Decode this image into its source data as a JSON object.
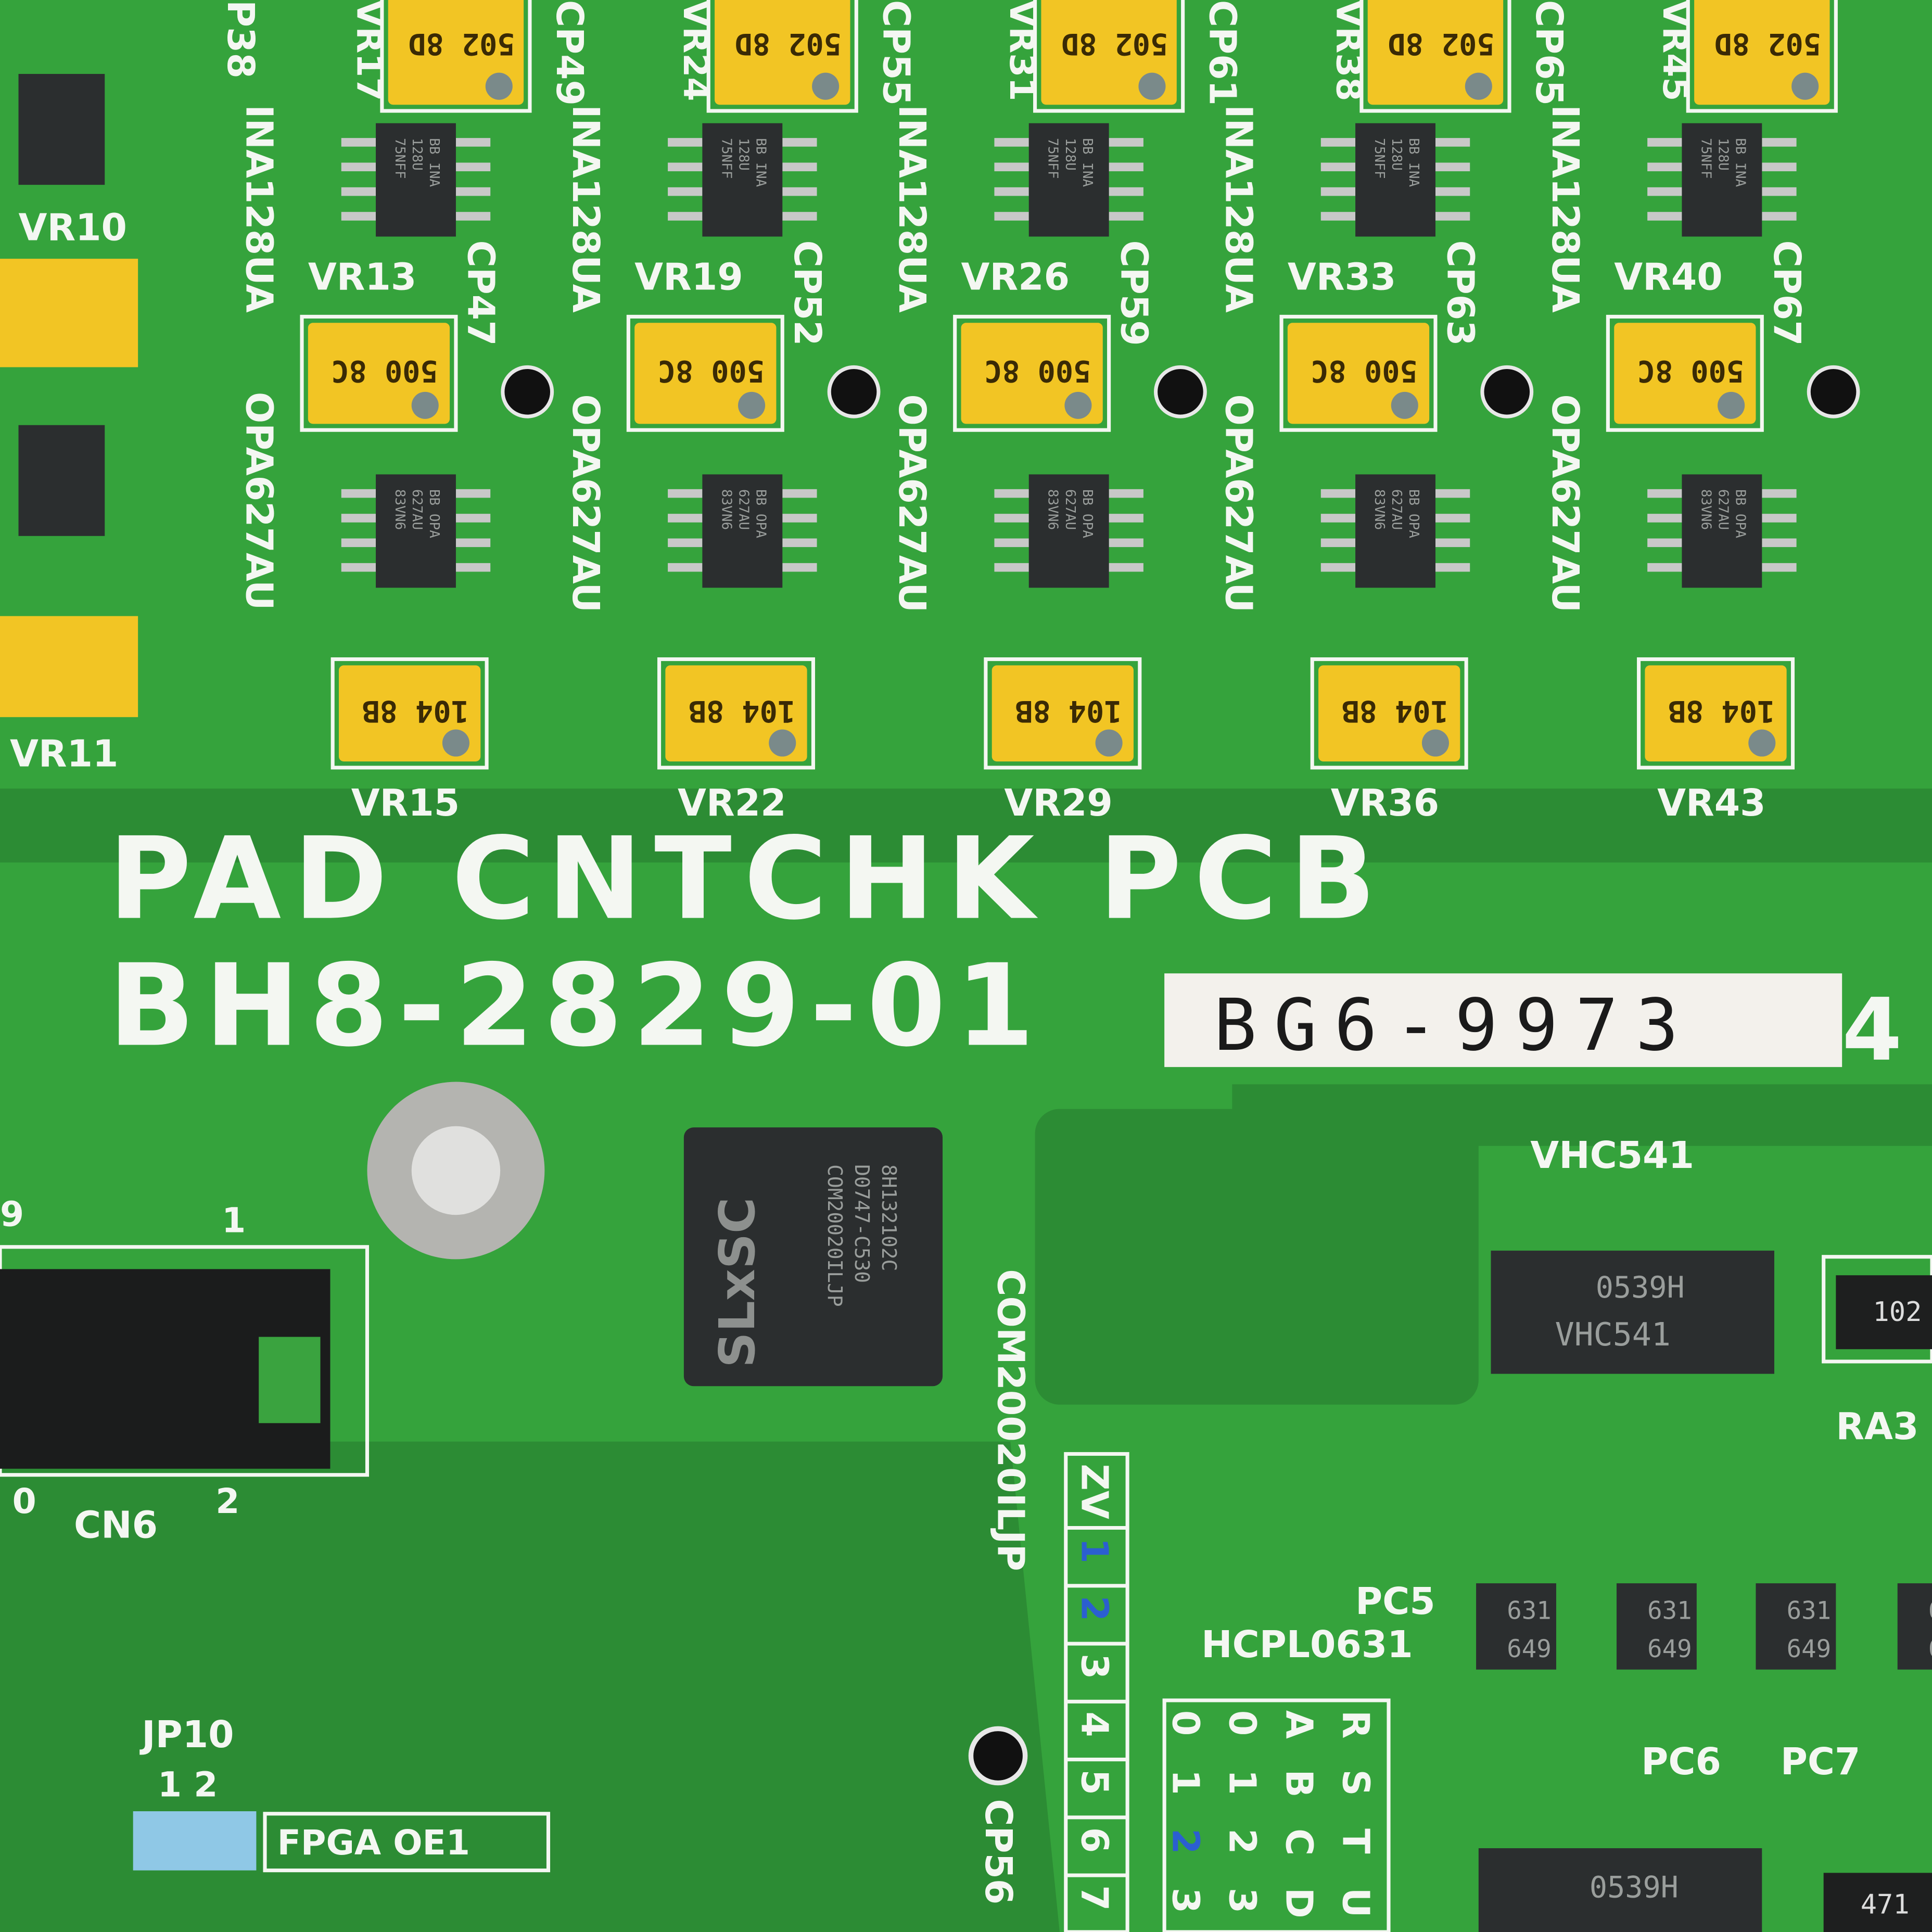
{
  "board": {
    "title": "PAD CNTCHK PCB",
    "part_number": "BH8-2829-01",
    "sticker": "BG6-9973",
    "sticker_suffix": "4",
    "colors": {
      "board": "#35a33c",
      "board_dark": "#2a8a33",
      "pot": "#f2c524",
      "chip": "#2b2e2f",
      "silk": "#f4f7f2"
    }
  },
  "left_partial_column": {
    "vr_mid": "VR10",
    "vr_bottom": "VR11",
    "vertical_cp": "P38",
    "vertical_ina": "INA128UA",
    "vertical_opa": "OPA627AU"
  },
  "channels": [
    {
      "vr_top": "VR17",
      "vr_mid": "VR13",
      "cp": "CP47",
      "vr_bottom": "VR15",
      "vertical_cp": "CP49"
    },
    {
      "vr_top": "VR24",
      "vr_mid": "VR19",
      "cp": "CP52",
      "vr_bottom": "VR22",
      "vertical_cp": "CP55"
    },
    {
      "vr_top": "VR31",
      "vr_mid": "VR26",
      "cp": "CP59",
      "vr_bottom": "VR29",
      "vertical_cp": "CP61"
    },
    {
      "vr_top": "VR38",
      "vr_mid": "VR33",
      "cp": "CP63",
      "vr_bottom": "VR36",
      "vertical_cp": "CP65"
    },
    {
      "vr_top": "VR45",
      "vr_mid": "VR40",
      "cp": "CP67",
      "vr_bottom": "VR43",
      "vertical_cp": ""
    }
  ],
  "channel_common": {
    "vertical_ina": "INA128UA",
    "vertical_opa": "OPA627AU",
    "pot_top_marking": "502 8D",
    "pot_mid_marking": "500 8C",
    "pot_bottom_marking": "104 8B",
    "ina_chip_marking": [
      "BB INA",
      "128U",
      "75NFF"
    ],
    "opa_chip_marking": [
      "BB OPA",
      "627AU",
      "83VN6"
    ]
  },
  "connector": {
    "label": "CN6",
    "pin_1": "1",
    "pin_2": "2",
    "pin_0": "0",
    "pin_9": "9"
  },
  "controller": {
    "silk_label": "COM20020ILJP",
    "logo": "SLxSC",
    "marking": [
      "COM20020ILJP",
      "D0747-C530",
      "8H132102C"
    ]
  },
  "cp56": "CP56",
  "jumper": {
    "label": "JP10",
    "pins": "1   2",
    "function": "FPGA  OE1"
  },
  "buffer": {
    "label": "VHC541",
    "marking_date": "0539H",
    "marking_part": "VHC541"
  },
  "resistor_array": {
    "label": "RA3",
    "marking": "102",
    "marking_lower": "471"
  },
  "optocouplers": {
    "label_pc5": "PC5",
    "part": "HCPL0631",
    "label_pc6": "PC6",
    "label_pc7": "PC7",
    "marking_top": "631",
    "marking_bottom": "649"
  },
  "zv_table": {
    "header": "ZV",
    "cells": [
      "1",
      "2",
      "3",
      "4",
      "5",
      "6",
      "7"
    ]
  },
  "code_grid": {
    "rows": [
      [
        "R",
        "S",
        "T",
        "U"
      ],
      [
        "A",
        "B",
        "C",
        "D"
      ],
      [
        "0",
        "1",
        "2",
        "3"
      ],
      [
        "0",
        "1",
        "2",
        "3"
      ]
    ]
  }
}
